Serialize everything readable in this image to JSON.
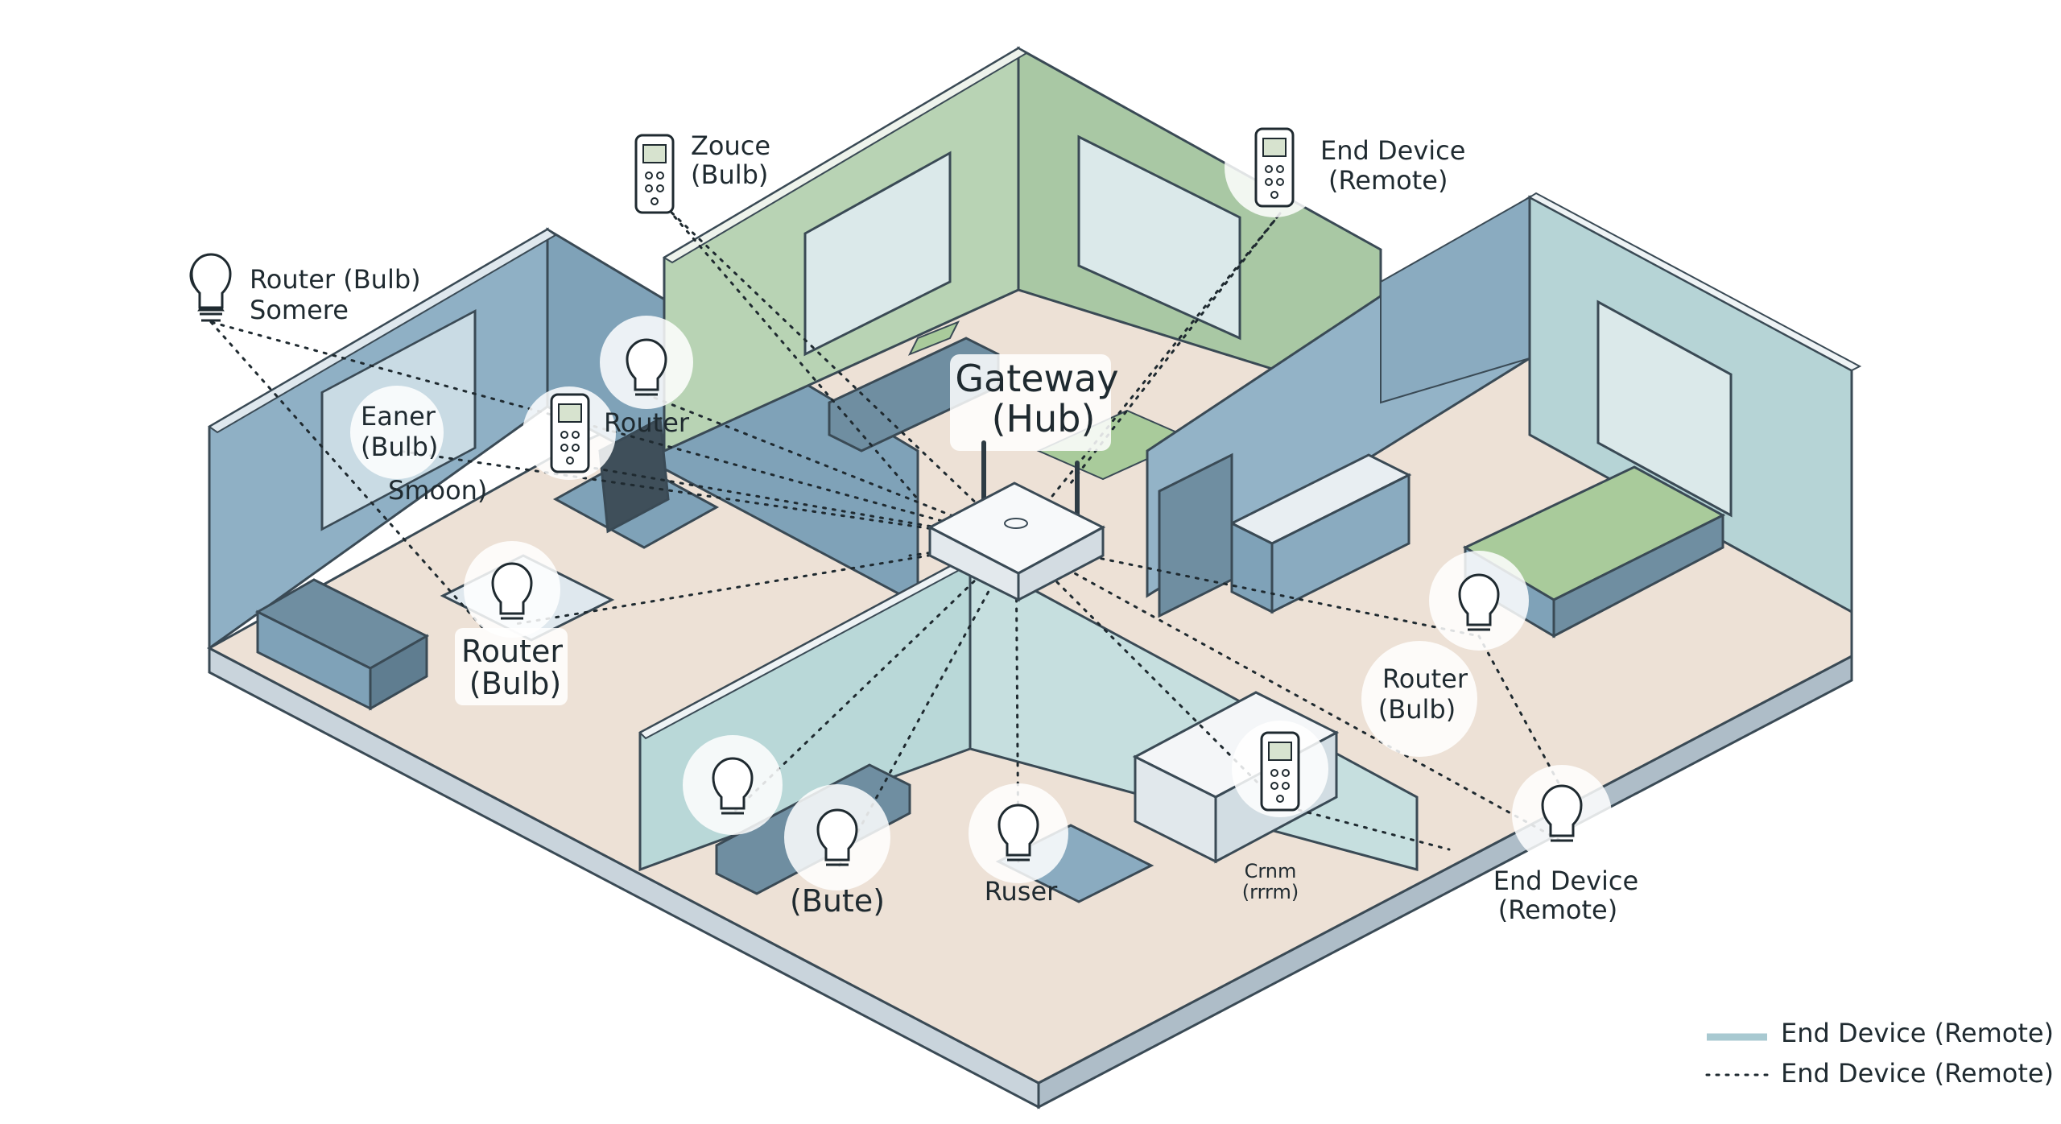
{
  "gateway": {
    "line1": "Gateway",
    "line2": "(Hub)"
  },
  "labels": [
    {
      "id": "zouce",
      "icon": "remote",
      "lines": [
        "Zouce",
        "(Bulb)"
      ]
    },
    {
      "id": "end-device-top",
      "icon": "remote",
      "lines": [
        "End Device",
        "(Remote)"
      ]
    },
    {
      "id": "router-bulb-somere",
      "icon": "bulb",
      "lines": [
        "Router (Bulb)",
        "Somere"
      ]
    },
    {
      "id": "eaner",
      "icon": "none",
      "lines": [
        "Eaner",
        "(Bulb)"
      ]
    },
    {
      "id": "router-top",
      "icon": "remote",
      "lines": [
        "Router"
      ]
    },
    {
      "id": "smoon",
      "icon": "none",
      "lines": [
        "Smoon)"
      ]
    },
    {
      "id": "router-bulb-left",
      "icon": "bulb",
      "lines": [
        "Router",
        "(Bulb)"
      ]
    },
    {
      "id": "router-bulb-right",
      "icon": "bulb",
      "lines": [
        "Router",
        "(Bulb)"
      ]
    },
    {
      "id": "bute",
      "icon": "bulb",
      "lines": [
        "(Bute)"
      ]
    },
    {
      "id": "ruser",
      "icon": "bulb",
      "lines": [
        "Ruser"
      ]
    },
    {
      "id": "garbled",
      "icon": "remote",
      "lines": [
        "Crnm",
        "(rrrm)"
      ]
    },
    {
      "id": "end-device-right",
      "icon": "bulb",
      "lines": [
        "End Device",
        "(Remote)"
      ]
    }
  ],
  "legend": [
    {
      "style": "solid",
      "label": "End Device (Remote)",
      "color": "#a8c9d1"
    },
    {
      "style": "dotted",
      "label": "End Device (Remote)",
      "color": "#1f2a30"
    }
  ],
  "colors": {
    "floor": "#ede1d6",
    "wall_blue": "#8fb0c5",
    "wall_blue_dark": "#7a9cb3",
    "wall_green": "#b8d3b4",
    "wall_teal": "#b9d8d8",
    "furniture": "#6f8ea1",
    "accent_green": "#a9cb9b"
  }
}
